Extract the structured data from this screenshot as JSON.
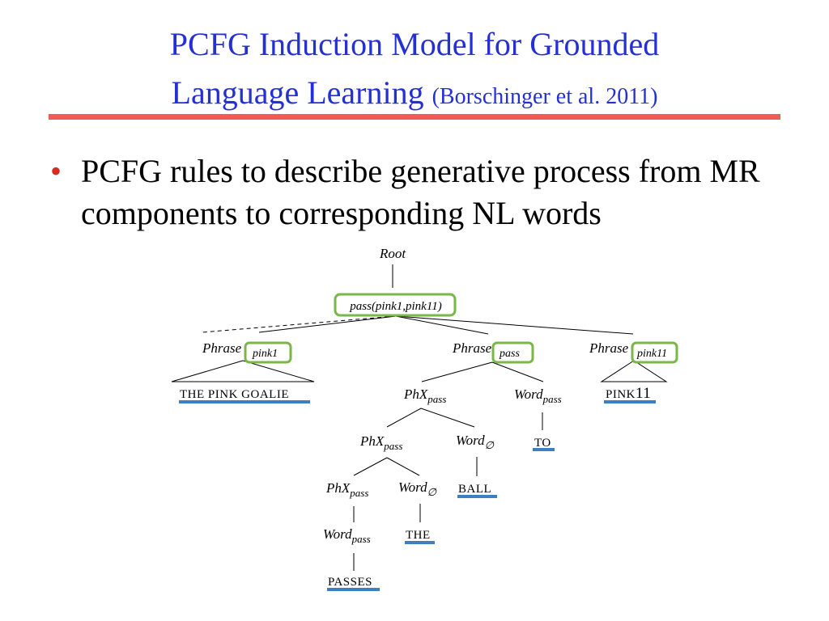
{
  "slide": {
    "title_line1": "PCFG Induction Model for Grounded",
    "title_line2": "Language Learning",
    "citation": "(Borschinger et al. 2011)",
    "bullet": "PCFG rules to describe generative process from MR components to corresponding NL words",
    "bullet_symbol": "•"
  },
  "tree": {
    "root": "Root",
    "mr_pass": "pass(pink1,pink11)",
    "phrase": "Phrase",
    "pink1": "pink1",
    "pass": "pass",
    "pink11": "pink11",
    "phx": "PhX",
    "word": "Word",
    "sub_empty": "∅",
    "words": {
      "the_pink_goalie": "THE PINK GOALIE",
      "pink": "PINK",
      "eleven": "11",
      "to": "TO",
      "ball": "BALL",
      "the": "THE",
      "passes": "PASSES"
    }
  },
  "colors": {
    "title": "#2430d4",
    "accent_rule": "#f25a55",
    "bullet": "#d62a22",
    "mr_box": "#7ab648",
    "word_underline": "#3f7fbf"
  }
}
